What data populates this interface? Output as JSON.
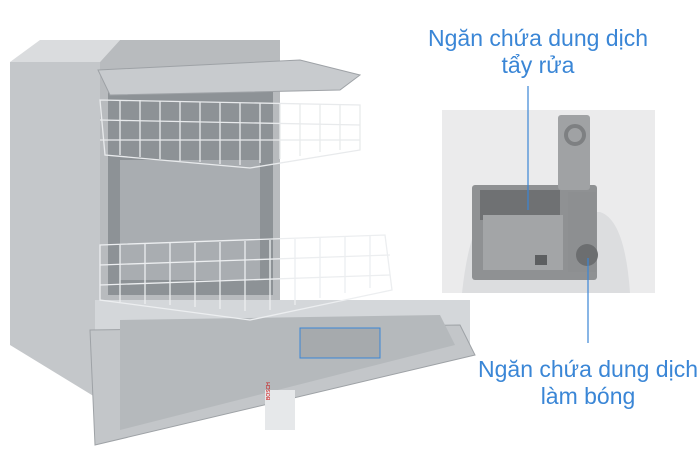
{
  "callouts": [
    {
      "line1": "Ngăn chứa dung dịch",
      "line2": "tẩy rửa"
    },
    {
      "line1": "Ngăn chứa dung dịch",
      "line2": "làm bóng"
    }
  ],
  "product_brand_mark": "BOSCH",
  "colors": {
    "callout": "#3a86d6",
    "steel": "#c9cccf",
    "dispenser": "#9a9c9e"
  }
}
